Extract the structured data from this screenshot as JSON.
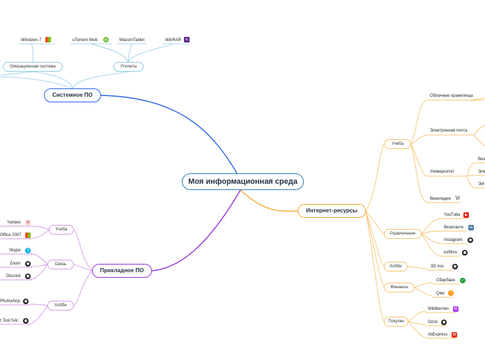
{
  "root": "Моя информационная среда",
  "system": {
    "title": "Системное ПО",
    "os": "Операционная система",
    "windows": "Windows 7",
    "utils": "Утилиты",
    "utorrent": "uTorrent Web",
    "wacom": "WacomTablet",
    "winrar": "WinRAR"
  },
  "internet": {
    "title": "Интернет-ресурсы",
    "study": {
      "label": "Учеба",
      "cloud": "Облачные хранилища",
      "email": "Электронная почта",
      "university": "Университет",
      "uni_items": [
        "Виз",
        "Эле",
        "ЭИ"
      ],
      "wiki": "Википедия"
    },
    "entertainment": {
      "label": "Развлечения",
      "items": [
        "YouTube",
        "Вконтакте",
        "Instagram",
        "lorfilms"
      ]
    },
    "hobby": {
      "label": "Хобби",
      "items": [
        "3D поз"
      ]
    },
    "finance": {
      "label": "Финансы",
      "items": [
        "Сбербанк",
        "Qiwi"
      ]
    },
    "shopping": {
      "label": "Покупки",
      "items": [
        "Wildberries",
        "Ozon",
        "AliExpress"
      ]
    }
  },
  "apps": {
    "title": "Прикладное ПО",
    "study": {
      "label": "Учеба",
      "items": [
        "Yandex",
        "Office 2007"
      ]
    },
    "comm": {
      "label": "Связь",
      "items": [
        "Skype",
        "Zoom",
        "Discord"
      ]
    },
    "hobby": {
      "label": "Хобби",
      "items": [
        "Photoshop",
        "t Tool SAI"
      ]
    }
  },
  "colors": {
    "system": "#2b63e8",
    "internet": "#f4a632",
    "apps": "#9b30d9",
    "root_border": "#2e7db8"
  },
  "icons": {
    "windows": "windows-logo-icon",
    "utorrent": "utorrent-icon",
    "winrar": "winrar-icon",
    "wiki": "wikipedia-icon",
    "youtube": "youtube-icon",
    "vk": "vk-icon",
    "github": "github-icon",
    "yandex": "yandex-icon",
    "office": "office-icon",
    "skype": "skype-icon",
    "sber": "sberbank-icon",
    "qiwi": "qiwi-icon",
    "wildberries": "wildberries-icon",
    "aliexpress": "aliexpress-icon"
  }
}
